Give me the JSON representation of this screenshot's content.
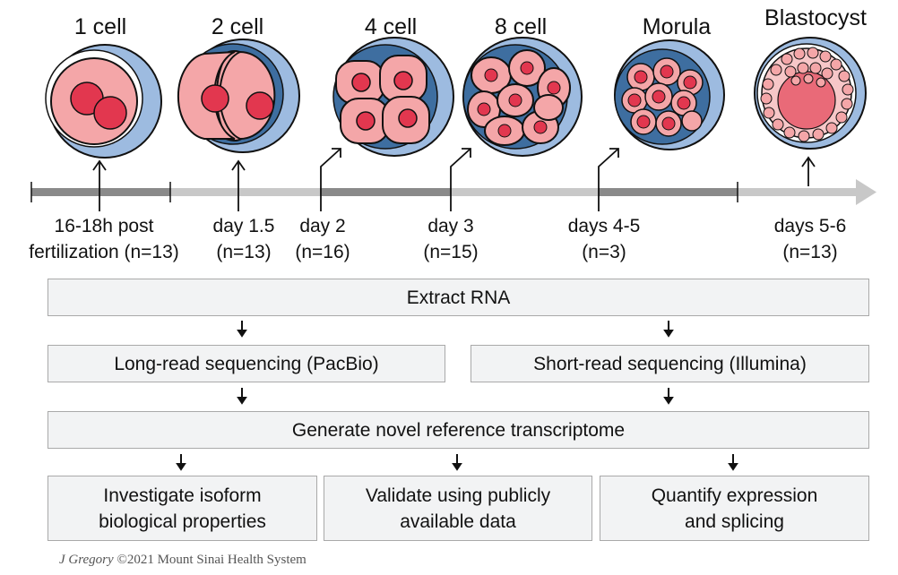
{
  "stages": [
    "1 cell",
    "2 cell",
    "4 cell",
    "8 cell",
    "Morula",
    "Blastocyst"
  ],
  "times": [
    {
      "line1": "16-18h post",
      "line2": "fertilization (n=13)"
    },
    {
      "line1": "day 1.5",
      "line2": "(n=13)"
    },
    {
      "line1": "day 2",
      "line2": "(n=16)"
    },
    {
      "line1": "day 3",
      "line2": "(n=15)"
    },
    {
      "line1": "days 4-5",
      "line2": "(n=3)"
    },
    {
      "line1": "days 5-6",
      "line2": "(n=13)"
    }
  ],
  "workflow": {
    "extract": "Extract RNA",
    "long_read": "Long-read sequencing (PacBio)",
    "short_read": "Short-read sequencing (Illumina)",
    "generate": "Generate novel reference transcriptome",
    "out1": {
      "line1": "Investigate isoform",
      "line2": "biological properties"
    },
    "out2": {
      "line1": "Validate using publicly",
      "line2": "available data"
    },
    "out3": {
      "line1": "Quantify expression",
      "line2": "and splicing"
    }
  },
  "credit": {
    "author": "J Gregory",
    "rest": " ©2021 Mount Sinai Health System"
  },
  "colors": {
    "cell": "#f4a6a8",
    "nucleus": "#e2374f",
    "zona": "#9dbbe0",
    "timeline_dark": "#8a8a8a",
    "timeline_light": "#c8c8c8"
  }
}
